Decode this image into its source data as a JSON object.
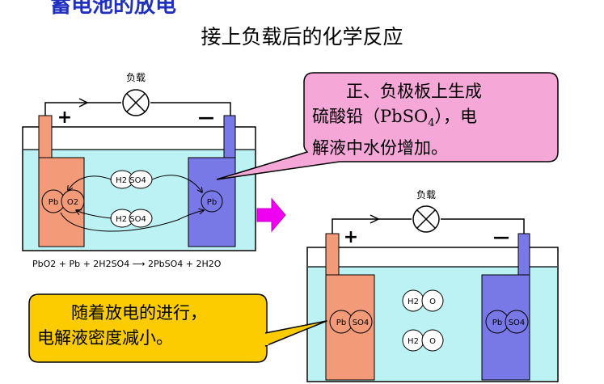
{
  "slide_title": "蓄电池的放电",
  "subtitle": "接上负载后的化学反应",
  "cell1": {
    "load_label": "负载",
    "plus_sign": "+",
    "minus_sign": "—",
    "positive_plate": {
      "part1": "Pb",
      "part2": "O2"
    },
    "negative_plate": "Pb",
    "molecules": [
      "H2 SO4",
      "H2 SO4"
    ],
    "equation": "PbO2 + Pb + 2H2SO4 ⟶ 2PbSO4 + 2H2O"
  },
  "cell2": {
    "load_label": "负载",
    "plus_sign": "+",
    "minus_sign": "—",
    "positive_plate": {
      "part1": "Pb",
      "part2": "SO4"
    },
    "negative_plate": {
      "part1": "Pb",
      "part2": "SO4"
    },
    "molecules": [
      {
        "part1": "H2",
        "part2": "O"
      },
      {
        "part1": "H2",
        "part2": "O"
      }
    ]
  },
  "callout_pink": {
    "line1": "正、负极板上生成",
    "line2_a": "硫酸铅（PbSO",
    "line2_sub": "4",
    "line2_b": "），电",
    "line3": "解液中水份增加。"
  },
  "callout_yellow": {
    "line1": "随着放电的进行，",
    "line2": "电解液密度减小。"
  },
  "colors": {
    "title": "#1f2fbf",
    "electrolyte": "#bdf2f5",
    "positive_plate": "#f39a78",
    "negative_plate": "#7878e6",
    "pink_callout": "#f5a8d8",
    "yellow_callout": "#fccc00",
    "arrow": "#f000f0"
  }
}
